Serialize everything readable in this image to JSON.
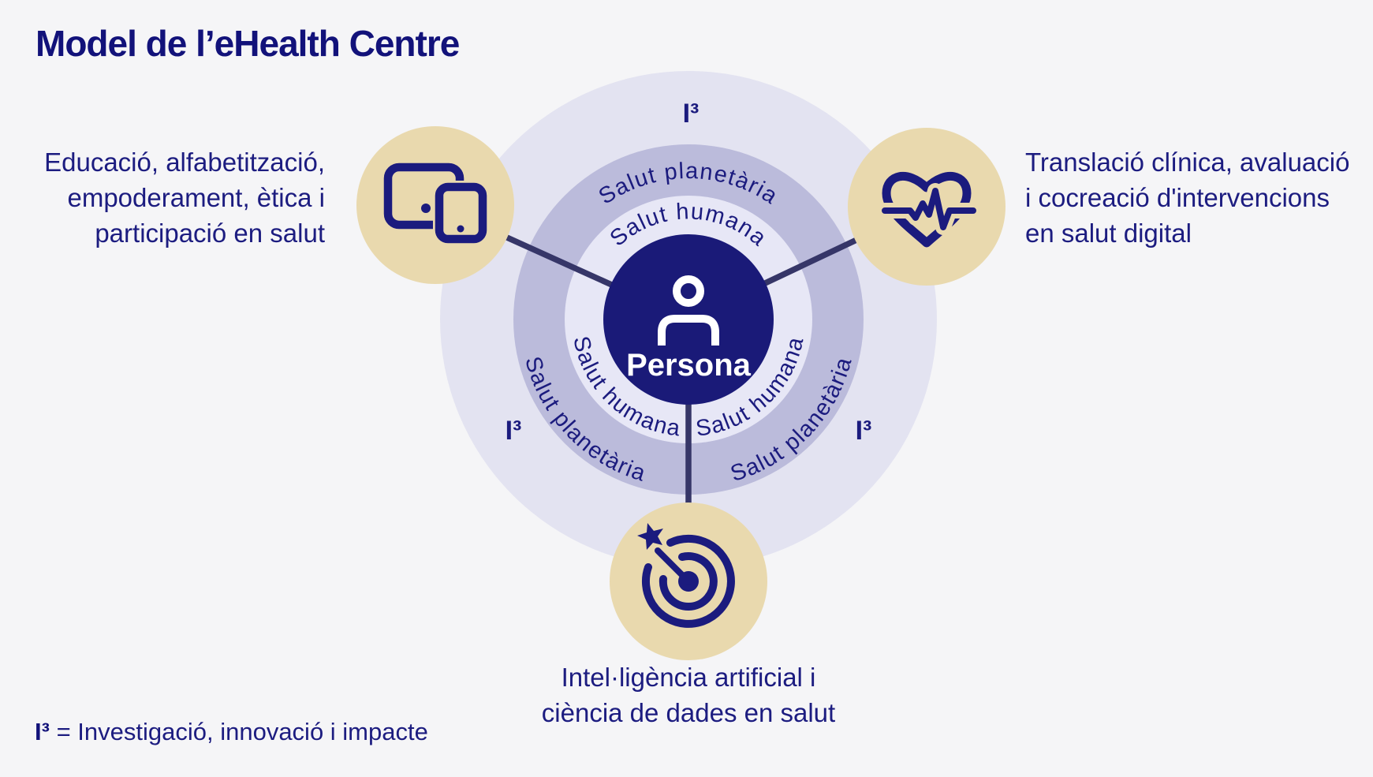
{
  "title": "Model de l’eHealth Centre",
  "diagram": {
    "center_label": "Persona",
    "rings": {
      "inner_label": "Salut humana",
      "middle_label": "Salut planetària",
      "outer_label": "I³"
    },
    "nodes": {
      "education": {
        "icon": "devices-icon",
        "label": "Educació, alfabetització,\nempoderament, ètica i\nparticipació en salut"
      },
      "clinical": {
        "icon": "heart-ecg-icon",
        "label": "Translació clínica, avaluació\ni cocreació d'intervencions\nen salut digital"
      },
      "ai": {
        "icon": "target-dart-icon",
        "label": "Intel·ligència artificial i\nciència de dades en salut"
      }
    }
  },
  "footnote": {
    "symbol": "I³",
    "text": "= Investigació, innovació i impacte"
  },
  "colors": {
    "background": "#f5f5f7",
    "navy": "#1b1b7e",
    "deep_navy": "#1a1a78",
    "outer_circle": "#e3e3f1",
    "inner_ring": "#e7e7f6",
    "middle_ring": "#bbbbdb",
    "beige": "#e9d9ae",
    "connector": "#363668"
  }
}
